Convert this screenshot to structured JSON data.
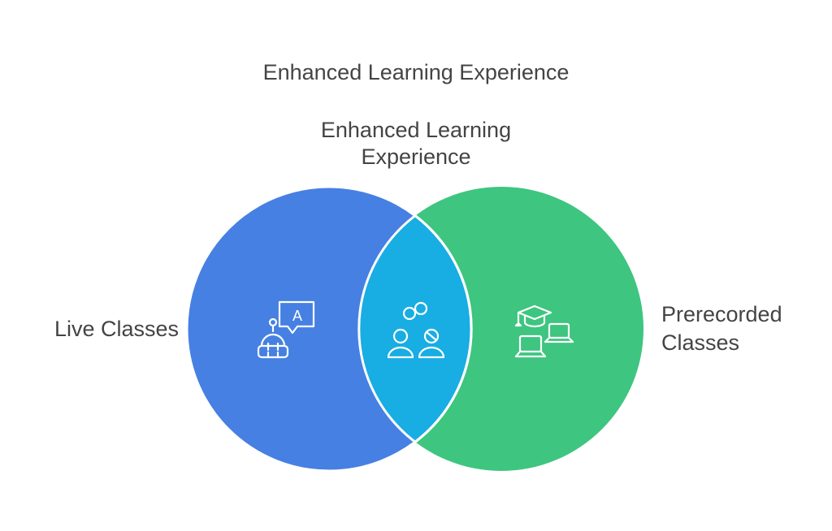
{
  "diagram": {
    "title": "Enhanced Learning Experience",
    "sets": [
      {
        "label": "Live Classes",
        "color": "#4680e2",
        "icon": "robot-chat-icon"
      },
      {
        "label": "Prerecorded Classes",
        "label_lines": [
          "Prerecorded",
          "Classes"
        ],
        "color": "#3ec580",
        "icon": "graduation-laptops-icon"
      }
    ],
    "intersection": {
      "label": "Enhanced Learning Experience",
      "label_lines": [
        "Enhanced Learning",
        "Experience"
      ],
      "color": "#18ade3",
      "icon": "connected-people-icon"
    }
  }
}
